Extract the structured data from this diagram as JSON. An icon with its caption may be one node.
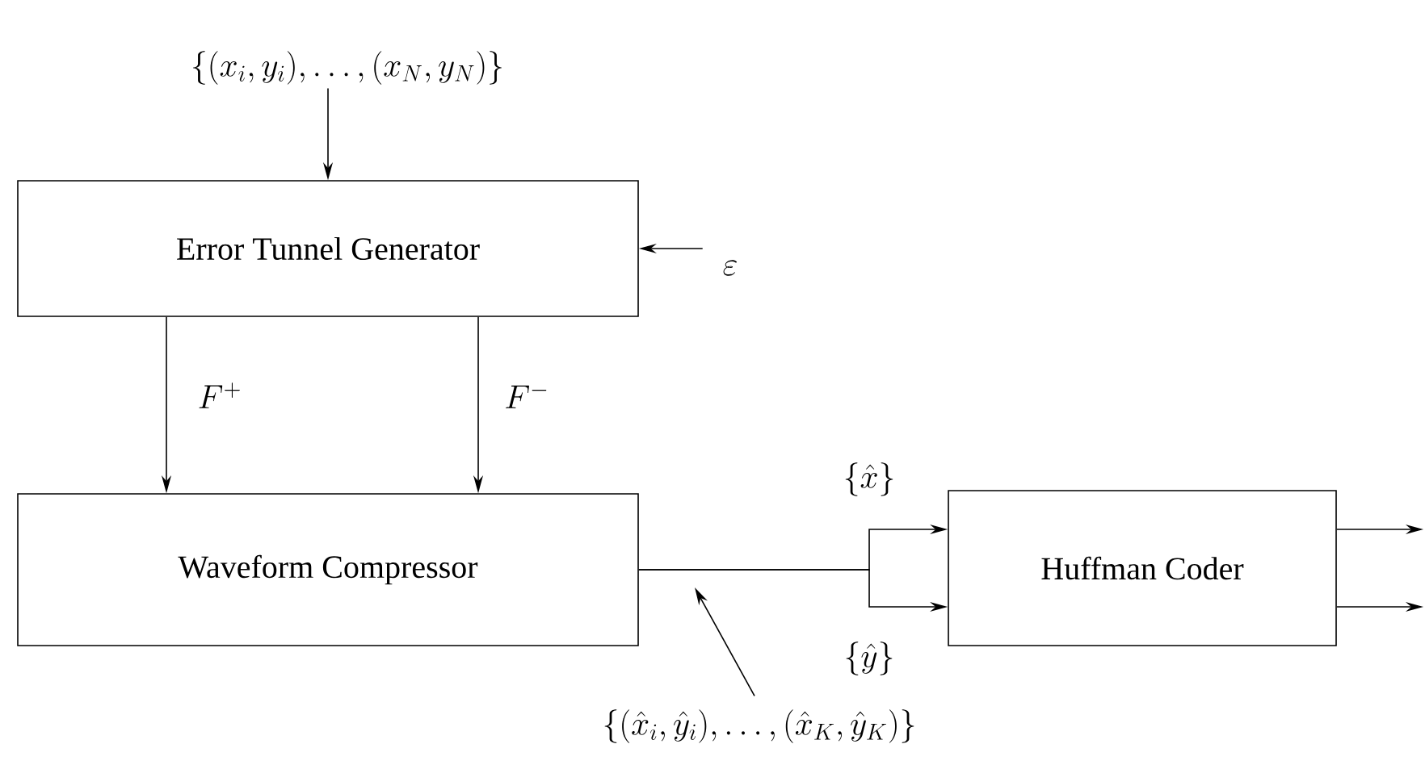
{
  "diagram": {
    "nodes": [
      {
        "text": [
          "\\{(x_i, y_i), \\ldots, (x_N, y_N)\\}"
        ]
      },
      {
        "text": [
          "Error Tunnel Generator"
        ]
      },
      {
        "text": [
          "\\varepsilon"
        ]
      },
      {
        "text": [
          "Waveform Compressor"
        ]
      },
      {
        "text": [
          "Huffman Coder"
        ]
      },
      {
        "text": [
          "\\{(\\hat{x}_i, \\hat{y}_i), \\ldots, (\\hat{x}_K, \\hat{y}_K)\\}"
        ]
      }
    ],
    "edges": [
      {
        "from": 0,
        "to": 1,
        "arrow": "to"
      },
      {
        "from": 2,
        "to": 1,
        "arrow": "to"
      },
      {
        "from": 1,
        "to": 3,
        "arrow": "to",
        "label": "F^{+}"
      },
      {
        "from": 1,
        "to": 3,
        "arrow": "to",
        "label": "F^{-}"
      },
      {
        "from": 3,
        "to": 4,
        "arrow": "to",
        "label": "\\{\\hat{x}\\}"
      },
      {
        "from": 3,
        "to": 4,
        "arrow": "to",
        "label": "\\{\\hat{y}\\}"
      },
      {
        "from": 4,
        "to": null,
        "arrow": "to"
      },
      {
        "from": 4,
        "to": null,
        "arrow": "to"
      },
      {
        "from": 5,
        "to": null,
        "arrow": "to"
      }
    ]
  }
}
